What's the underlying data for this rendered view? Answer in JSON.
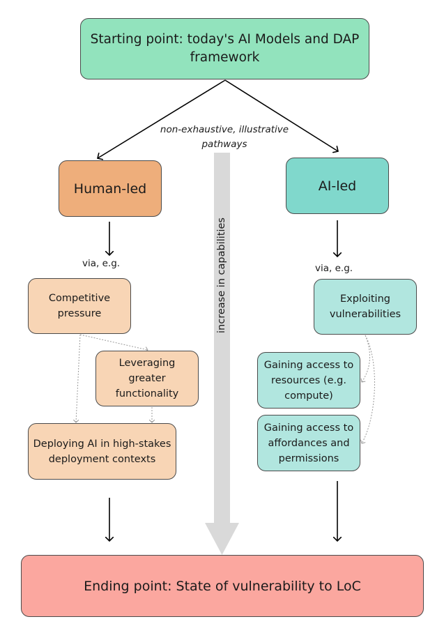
{
  "diagram": {
    "start": {
      "text": "Starting point: today's AI Models and DAP framework",
      "color": "#92e3bd"
    },
    "note": "non-exhaustive, illustrative pathways",
    "capability_arrow_label": "increase in capabilities",
    "human_led": {
      "title": "Human-led",
      "color": "#eeae7b",
      "via": "via, e.g.",
      "nodes": {
        "competitive": "Competitive pressure",
        "leveraging": "Leveraging greater functionality",
        "deploying": "Deploying AI in high-stakes deployment contexts"
      },
      "node_color": "#f8d5b5"
    },
    "ai_led": {
      "title": "AI-led",
      "color": "#80d8cc",
      "via": "via, e.g.",
      "nodes": {
        "exploiting": "Exploiting vulnerabilities",
        "resources": "Gaining access to resources (e.g. compute)",
        "affordances": "Gaining access to affordances and permissions"
      },
      "node_color": "#b1e6df"
    },
    "end": {
      "text": "Ending point: State of vulnerability to LoC",
      "color": "#fba79f"
    }
  }
}
